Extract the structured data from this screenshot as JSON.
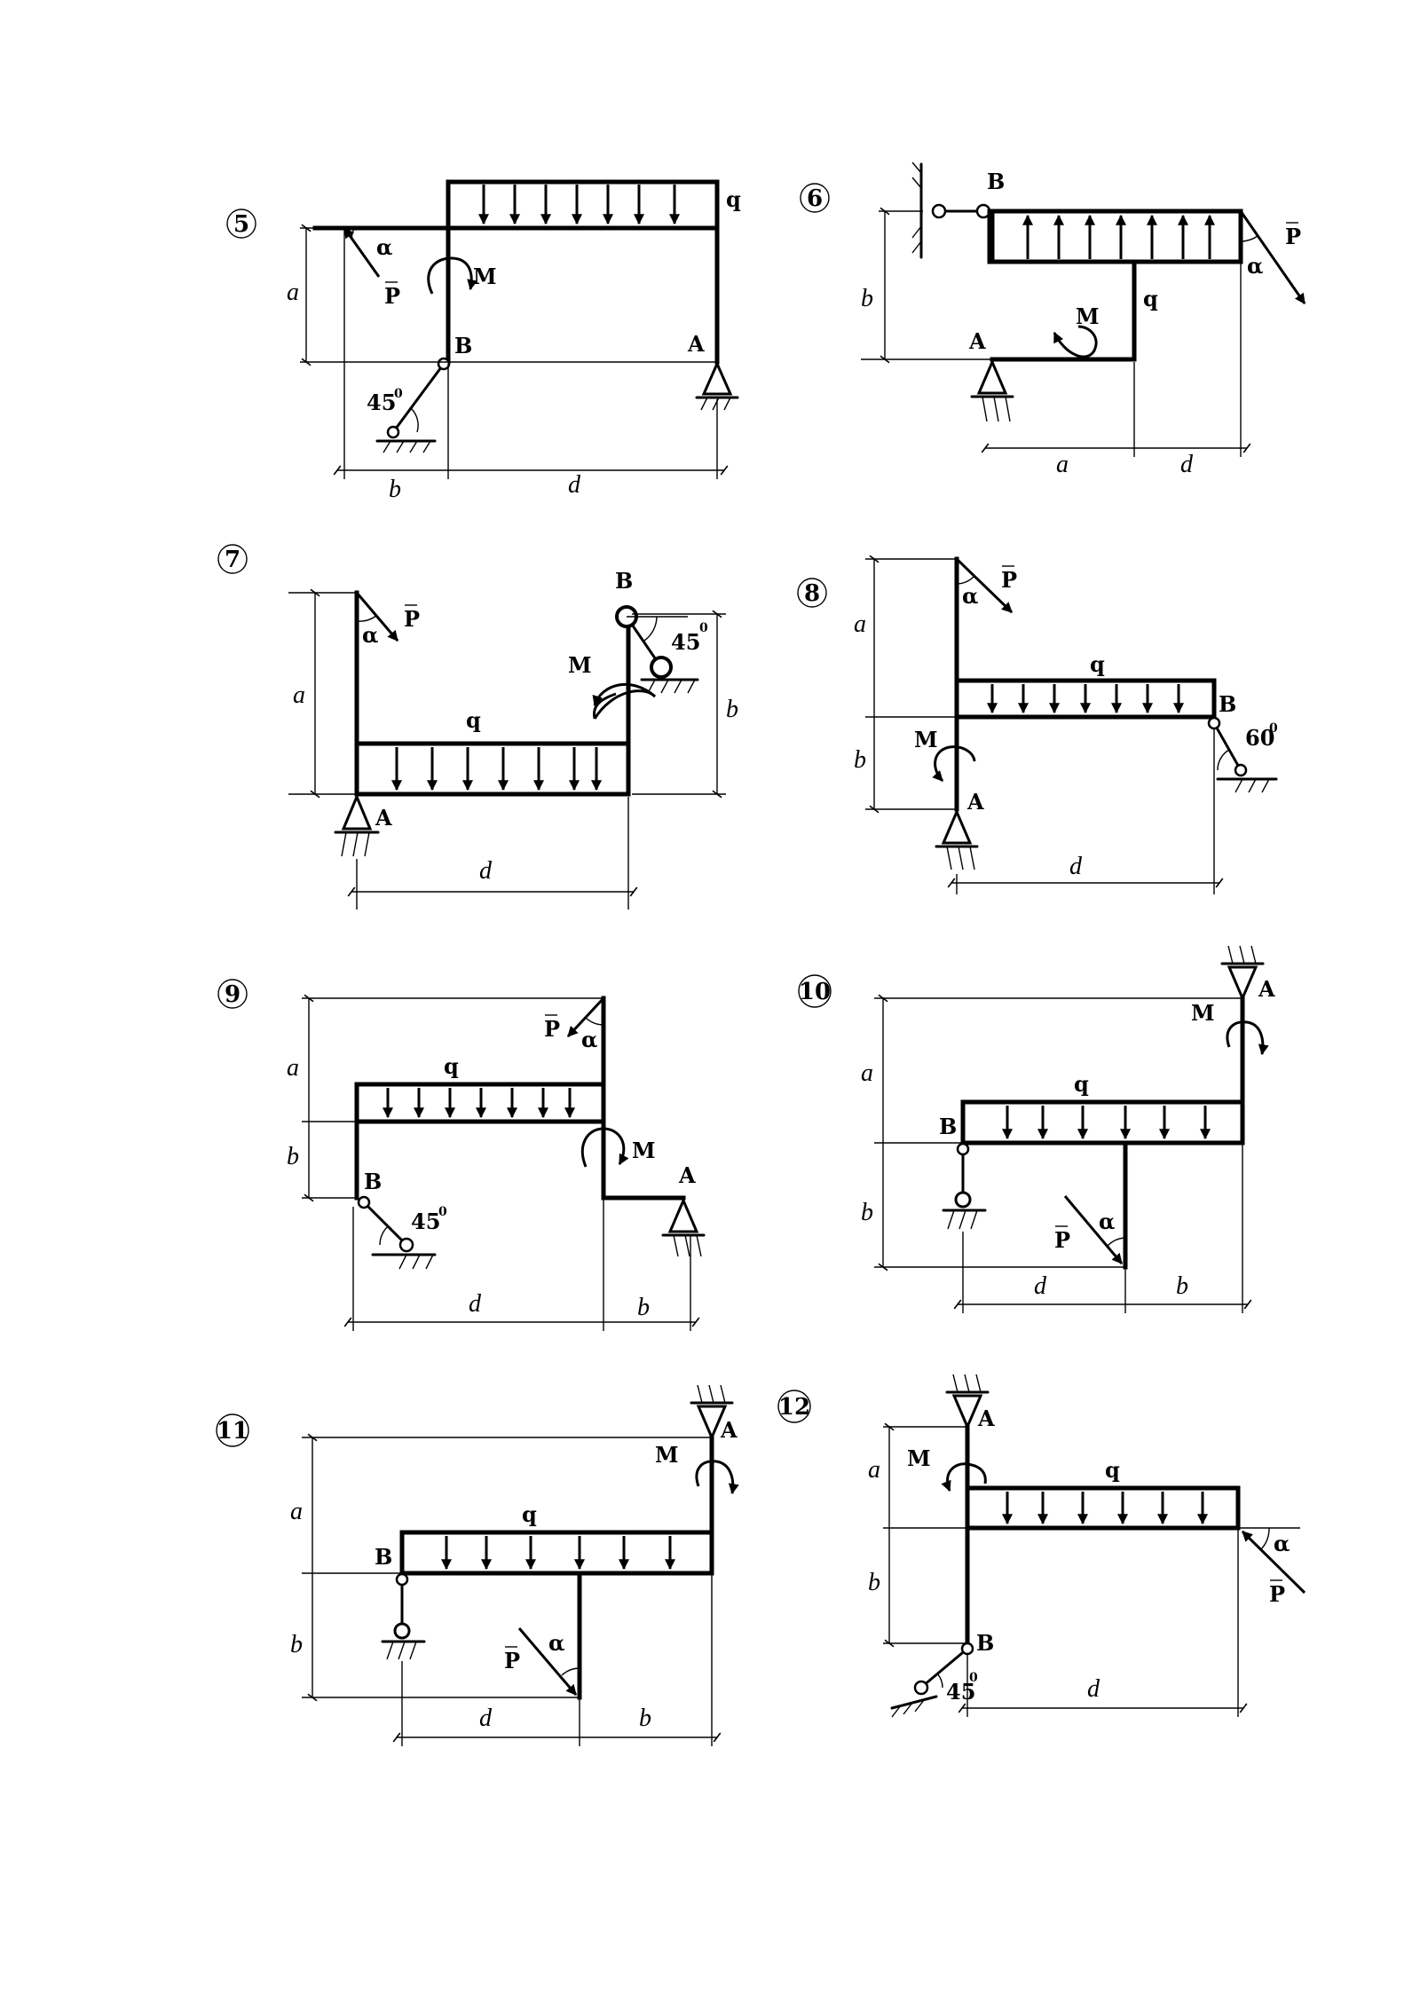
{
  "symbols": {
    "force": "P",
    "load": "q",
    "moment": "M",
    "angle": "α",
    "point_a": "A",
    "point_b": "B",
    "deg": "0"
  },
  "dims": {
    "a": "a",
    "b": "b",
    "d": "d"
  },
  "angles": {
    "ang45": "45",
    "ang60": "60"
  },
  "problems": [
    {
      "number": "5"
    },
    {
      "number": "6"
    },
    {
      "number": "7"
    },
    {
      "number": "8"
    },
    {
      "number": "9"
    },
    {
      "number": "10"
    },
    {
      "number": "11"
    },
    {
      "number": "12"
    }
  ]
}
